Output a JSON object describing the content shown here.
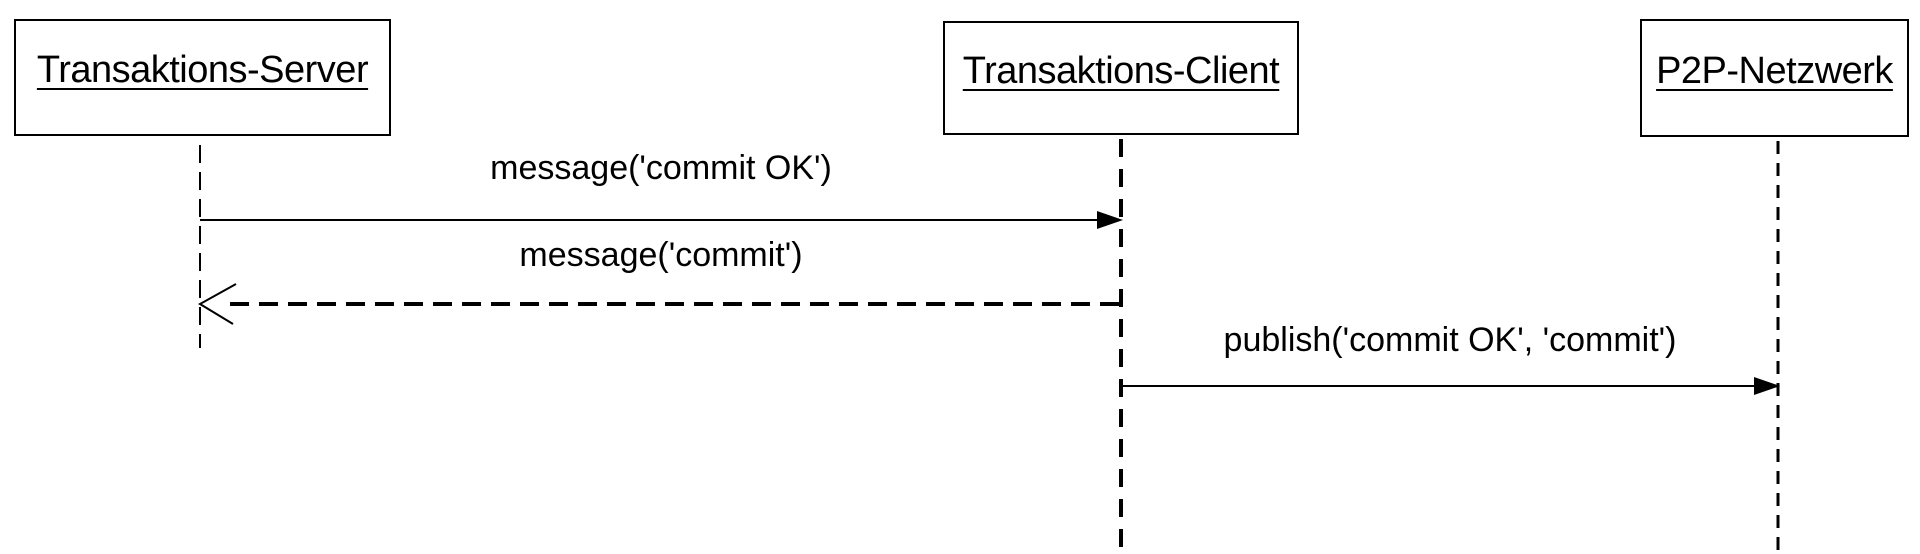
{
  "diagram": {
    "type": "uml-sequence-diagram",
    "colors": {
      "foreground": "#000000",
      "background": "#ffffff"
    },
    "participants": [
      {
        "name": "Transaktions-Server"
      },
      {
        "name": "Transaktions-Client"
      },
      {
        "name": "P2P-Netzwerk"
      }
    ],
    "messages": [
      {
        "label": "message('commit OK')",
        "from": "Transaktions-Server",
        "to": "Transaktions-Client",
        "line_style": "solid",
        "arrowhead": "filled-triangle"
      },
      {
        "label": "message('commit')",
        "from": "Transaktions-Client",
        "to": "Transaktions-Server",
        "line_style": "dashed",
        "arrowhead": "open"
      },
      {
        "label": "publish('commit OK', 'commit')",
        "from": "Transaktions-Client",
        "to": "P2P-Netzwerk",
        "line_style": "solid",
        "arrowhead": "filled-triangle"
      }
    ]
  }
}
